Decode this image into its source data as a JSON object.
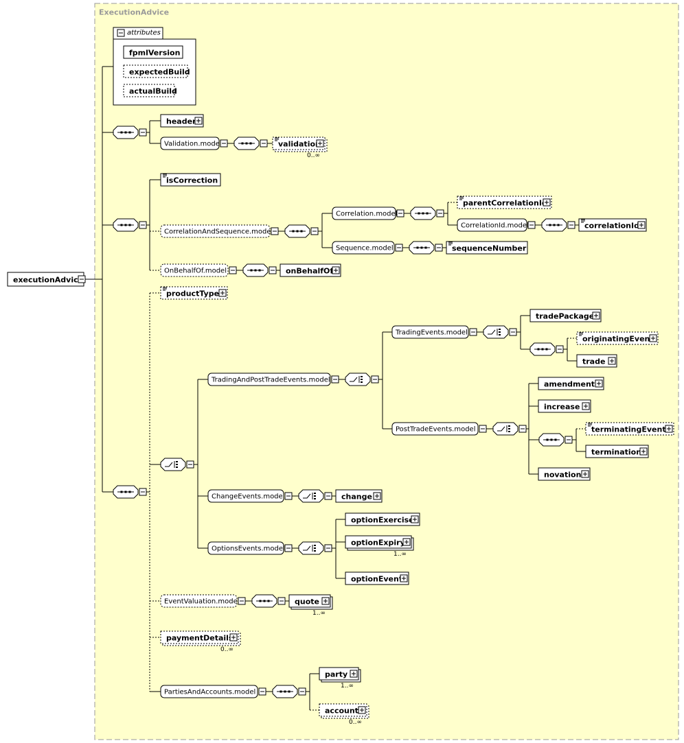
{
  "title": "ExecutionAdvice",
  "root": "executionAdvice",
  "attributes": {
    "label": "attributes",
    "items": [
      "fpmlVersion",
      "expectedBuild",
      "actualBuild"
    ]
  },
  "elements": {
    "header": "header",
    "validation_model": "Validation.model",
    "validation": "validation",
    "validation_card": "0..∞",
    "isCorrection": "isCorrection",
    "correlation_and_sequence_model": "CorrelationAndSequence.model",
    "correlation_model": "Correlation.model",
    "parentCorrelationId": "parentCorrelationId",
    "correlationId_model": "CorrelationId.model",
    "correlationId": "correlationId",
    "sequence_model": "Sequence.model",
    "sequenceNumber": "sequenceNumber",
    "onBehalfOf_model": "OnBehalfOf.model",
    "onBehalfOf": "onBehalfOf",
    "productType": "productType",
    "trading_and_post_trade_events_model": "TradingAndPostTradeEvents.model",
    "trading_events_model": "TradingEvents.model",
    "tradePackage": "tradePackage",
    "originatingEvent": "originatingEvent",
    "trade": "trade",
    "post_trade_events_model": "PostTradeEvents.model",
    "amendment": "amendment",
    "increase": "increase",
    "terminatingEvent": "terminatingEvent",
    "termination": "termination",
    "novation": "novation",
    "change_events_model": "ChangeEvents.model",
    "change": "change",
    "options_events_model": "OptionsEvents.model",
    "optionExercise": "optionExercise",
    "optionExpiry": "optionExpiry",
    "optionExpiry_card": "1..∞",
    "optionEvent": "optionEvent",
    "event_valuation_model": "EventValuation.model",
    "quote": "quote",
    "quote_card": "1..∞",
    "paymentDetails": "paymentDetails",
    "paymentDetails_card": "0..∞",
    "parties_and_accounts_model": "PartiesAndAccounts.model",
    "party": "party",
    "party_card": "1..∞",
    "account": "account",
    "account_card": "0..∞"
  },
  "colors": {
    "background": "#ffffcc",
    "frame_border": "#999999",
    "node_fill": "#ffffff",
    "line": "#000000"
  }
}
